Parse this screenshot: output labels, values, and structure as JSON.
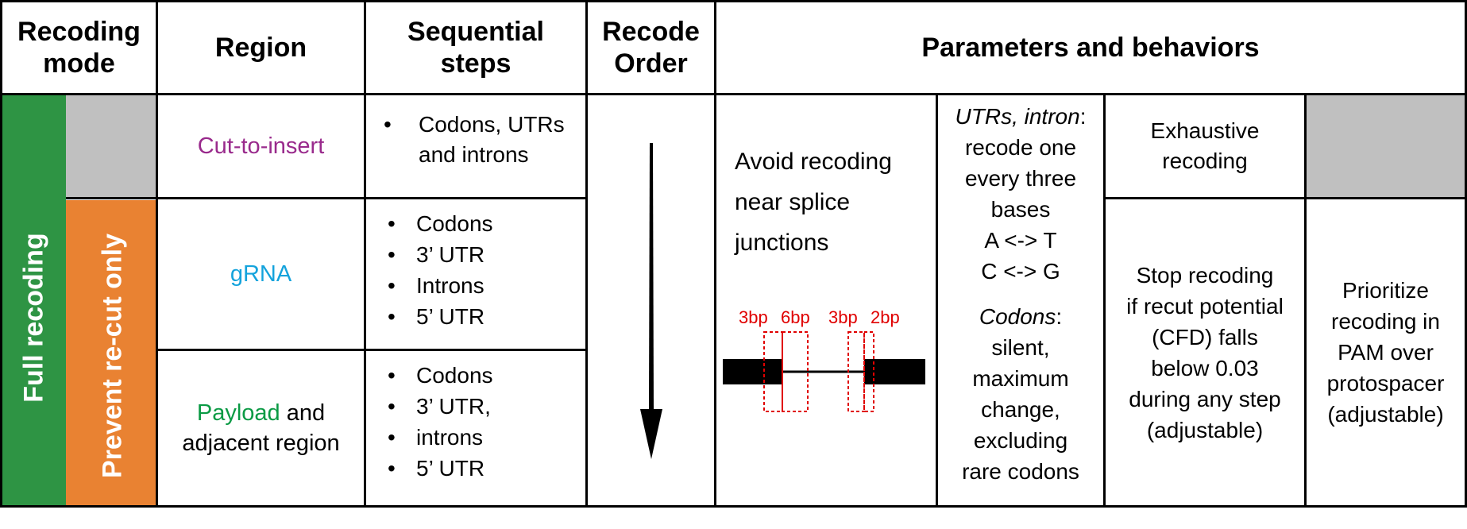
{
  "headers": {
    "recoding_mode": "Recoding mode",
    "region": "Region",
    "sequential_steps": "Sequential steps",
    "recode_order": "Recode Order",
    "parameters": "Parameters and behaviors"
  },
  "modes": {
    "full": "Full recoding",
    "prevent": "Prevent re-cut only"
  },
  "regions": {
    "cut_to_insert": "Cut-to-insert",
    "grna": "gRNA",
    "payload_word": "Payload",
    "payload_rest": "and",
    "payload_line2": "adjacent region"
  },
  "steps": {
    "row1": [
      "Codons, UTRs",
      "and introns"
    ],
    "row2": [
      "Codons",
      "3’ UTR",
      "Introns",
      "5’ UTR"
    ],
    "row3": [
      "Codons",
      "3’ UTR,",
      "introns",
      "5’ UTR"
    ]
  },
  "splice": {
    "lines": [
      "Avoid recoding",
      "near splice",
      "junctions"
    ],
    "labels": [
      "3bp",
      "6bp",
      "3bp",
      "2bp"
    ]
  },
  "utr": {
    "italic1": "UTRs, intron",
    "colon1": ":",
    "lines1": [
      "recode one",
      "every three",
      "bases",
      "A <-> T",
      "C <-> G"
    ],
    "italic2": "Codons",
    "colon2": ":",
    "lines2": [
      "silent,",
      "maximum",
      "change,",
      "excluding",
      "rare codons"
    ]
  },
  "exhaustive": [
    "Exhaustive",
    "recoding"
  ],
  "stop": [
    "Stop recoding",
    "if recut potential",
    "(CFD) falls",
    "below 0.03",
    "during any step",
    "(adjustable)"
  ],
  "prioritize": [
    "Prioritize",
    "recoding in",
    "PAM over",
    "protospacer",
    "(adjustable)"
  ],
  "colors": {
    "full_green": "#2e9444",
    "prevent_orange": "#e98232",
    "gray": "#c0c0c0",
    "purple": "#992a8c",
    "cyan": "#14a3dc",
    "green_text": "#0a9a44",
    "red": "#e00000"
  }
}
